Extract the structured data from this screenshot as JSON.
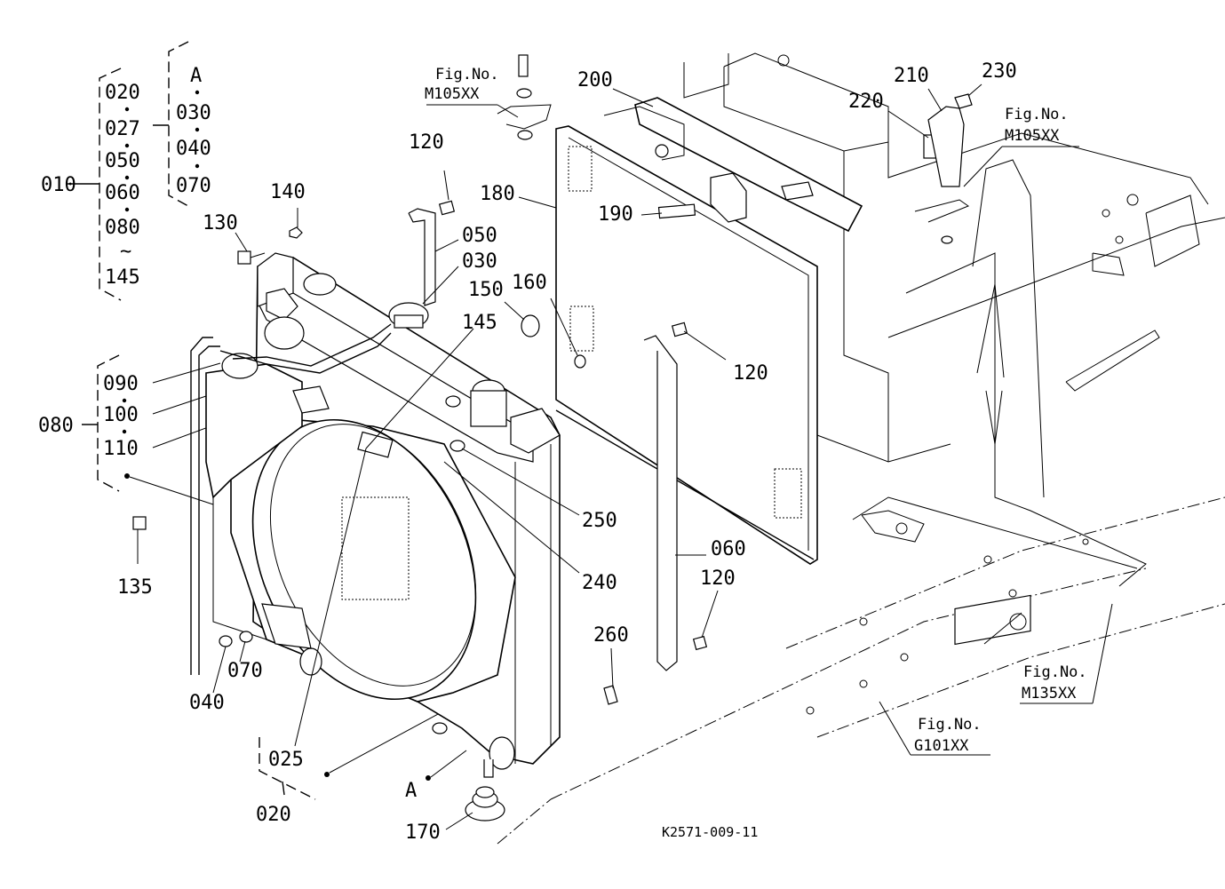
{
  "drawing_id": "K2571-009-11",
  "group_010": {
    "code": "010",
    "items": [
      "020",
      "027",
      "050",
      "060",
      "080",
      "~",
      "145"
    ]
  },
  "group_A": {
    "code": "A",
    "items": [
      "030",
      "040",
      "070"
    ]
  },
  "group_080": {
    "code": "080",
    "items": [
      "090",
      "100",
      "110"
    ]
  },
  "group_020": {
    "code": "020",
    "items": [
      "025"
    ]
  },
  "fig_refs": [
    {
      "prefix": "Fig.No.",
      "number": "M105XX"
    },
    {
      "prefix": "Fig.No.",
      "number": "M105XX"
    },
    {
      "prefix": "Fig.No.",
      "number": "M135XX"
    },
    {
      "prefix": "Fig.No.",
      "number": "G101XX"
    }
  ],
  "callouts": {
    "c120a": "120",
    "c140": "140",
    "c130": "130",
    "c050": "050",
    "c030": "030",
    "c145": "145",
    "c150": "150",
    "c160": "160",
    "c180": "180",
    "c190": "190",
    "c200": "200",
    "c210": "210",
    "c220": "220",
    "c230": "230",
    "c120b": "120",
    "c250": "250",
    "c240": "240",
    "c060": "060",
    "c120c": "120",
    "c260": "260",
    "c135": "135",
    "c040": "040",
    "c070": "070",
    "c025": "025",
    "cA": "A",
    "c170": "170"
  }
}
